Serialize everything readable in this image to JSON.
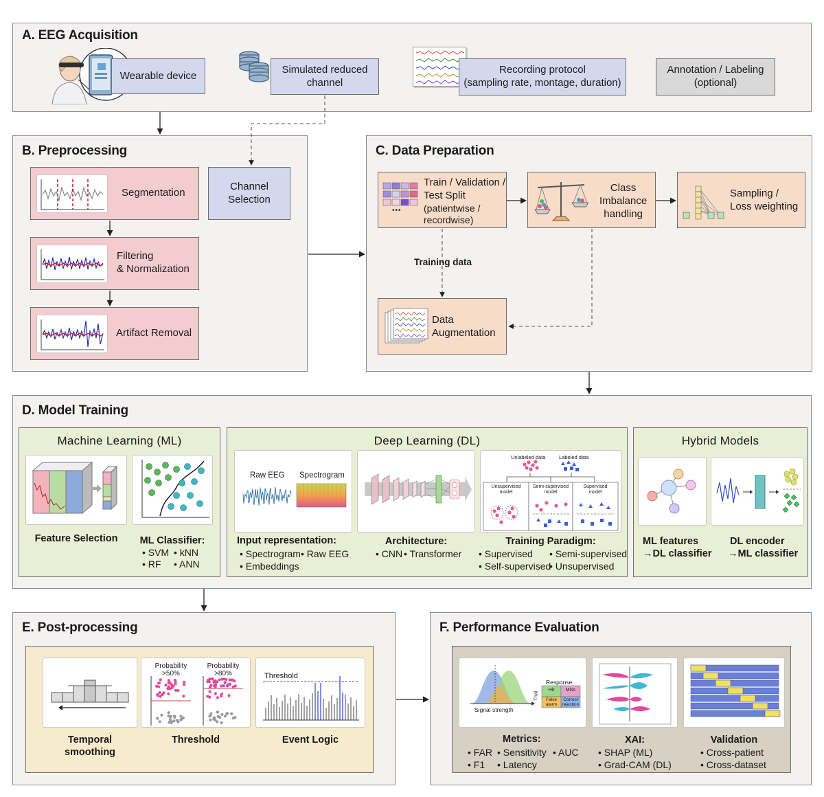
{
  "A": {
    "title": "A. EEG Acquisition",
    "wearable": "Wearable device",
    "simulated_1": "Simulated reduced",
    "simulated_2": "channel",
    "protocol_1": "Recording protocol",
    "protocol_2": "(sampling rate, montage, duration)",
    "annot_1": "Annotation / Labeling",
    "annot_2": "(optional)"
  },
  "B": {
    "title": "B. Preprocessing",
    "segmentation": "Segmentation",
    "filtering_1": "Filtering",
    "filtering_2": "& Normalization",
    "artifact": "Artifact Removal",
    "channel_1": "Channel",
    "channel_2": "Selection"
  },
  "C": {
    "title": "C. Data Preparation",
    "split_1": "Train / Validation /",
    "split_2": "Test Split",
    "split_3": "(patientwise /",
    "split_4": "recordwise)",
    "imbalance_1": "Class",
    "imbalance_2": "Imbalance",
    "imbalance_3": "handling",
    "sampling_1": "Sampling /",
    "sampling_2": "Loss weighting",
    "training_data": "Training data",
    "aug_1": "Data",
    "aug_2": "Augmentation",
    "dots": "•••"
  },
  "D": {
    "title": "D. Model Training",
    "ml": {
      "title": "Machine Learning (ML)",
      "feature_selection": "Feature Selection",
      "classifier_title": "ML Classifier:",
      "bullets": [
        "• SVM",
        "• kNN",
        "• RF",
        "• ANN"
      ]
    },
    "dl": {
      "title": "Deep Learning (DL)",
      "raw_eeg": "Raw EEG",
      "spectrogram": "Spectrogram",
      "input_title": "Input representation:",
      "input_bullets": [
        "• Spectrogram",
        "• Raw EEG",
        "• Embeddings"
      ],
      "arch_title": "Architecture:",
      "arch_bullets": [
        "• CNN",
        "• Transformer"
      ],
      "paradigm_title": "Training Paradigm:",
      "paradigm_bullets": [
        "• Supervised",
        "• Semi-supervised",
        "• Self-supervised",
        "• Unsupervised"
      ],
      "unlabeled": "Unlabeled data",
      "labeled": "Labeled data",
      "unsup_model_1": "Unsupervised",
      "unsup_model_2": "model",
      "semi_model_1": "Semi-supervised",
      "semi_model_2": "model",
      "sup_model_1": "Supervised",
      "sup_model_2": "model"
    },
    "hybrid": {
      "title": "Hybrid Models",
      "ml_feat_1": "ML features",
      "ml_feat_2": "→DL classifier",
      "dl_enc_1": "DL encoder",
      "dl_enc_2": "→ML classifier"
    }
  },
  "E": {
    "title": "E. Post-processing",
    "temporal_1": "Temporal",
    "temporal_2": "smoothing",
    "threshold": "Threshold",
    "event": "Event Logic",
    "prob_1": "Probability",
    "prob_50": ">50%",
    "prob_80": ">80%",
    "threshold_label": "Threshold"
  },
  "F": {
    "title": "F. Performance Evaluation",
    "response": "Response",
    "trial": "Trial",
    "hit": "Hit",
    "miss": "Miss",
    "false_alarm_1": "False",
    "false_alarm_2": "alarm",
    "correct_rej_1": "Correct",
    "correct_rej_2": "rejection",
    "signal_strength": "Signal strength",
    "metrics_title": "Metrics:",
    "metrics_bullets": [
      "• FAR",
      "• Sensitivity",
      "• AUC",
      "• F1",
      "• Latency"
    ],
    "xai_title": "XAI:",
    "xai_bullets": [
      "• SHAP (ML)",
      "• Grad-CAM (DL)"
    ],
    "validation_title": "Validation",
    "validation_bullets": [
      "• Cross-patient",
      "• Cross-dataset"
    ]
  }
}
